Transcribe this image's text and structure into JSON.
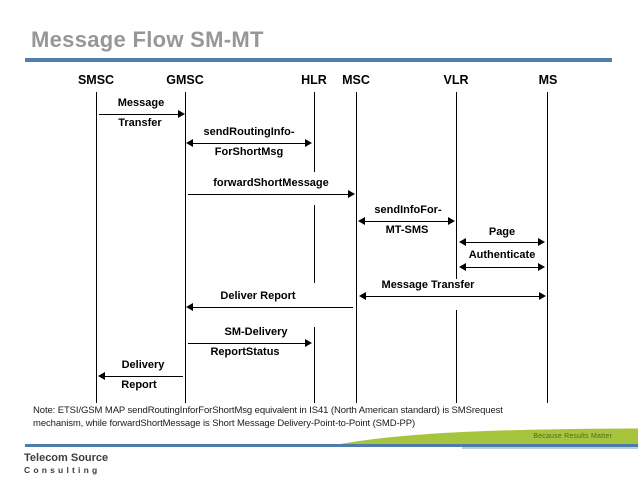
{
  "slide": {
    "title": "Message Flow SM-MT",
    "note_line1": "Note: ETSI/GSM MAP sendRoutingInforForShortMsg equivalent in  IS41 (North American standard) is SMSrequest",
    "note_line2": "mechanism, while forwardShortMessage is Short Message Delivery-Point-to-Point (SMD-PP)",
    "footer": {
      "tagline": "Because Results Matter",
      "company_line1": "Telecom Source",
      "company_line2": "Consulting"
    },
    "colors": {
      "title_gray": "#979797",
      "rule_blue": "#4e7fae",
      "swoosh_green": "#a6c43e",
      "ink": "#000000"
    }
  },
  "diagram": {
    "entities": [
      {
        "label": "SMSC"
      },
      {
        "label": "GMSC"
      },
      {
        "label": "HLR"
      },
      {
        "label": "MSC"
      },
      {
        "label": "VLR"
      },
      {
        "label": "MS"
      }
    ],
    "messages": [
      {
        "label_above": "Message",
        "label_below": "Transfer",
        "from": "SMSC",
        "to": "GMSC",
        "direction": "right"
      },
      {
        "label_above": "sendRoutingInfo-",
        "label_below": "ForShortMsg",
        "from": "GMSC",
        "to": "HLR",
        "direction": "both"
      },
      {
        "label_above": "forwardShortMessage",
        "from": "GMSC",
        "to": "MSC",
        "direction": "right"
      },
      {
        "label_above": "sendInfoFor-",
        "label_below": "MT-SMS",
        "from": "MSC",
        "to": "VLR",
        "direction": "both"
      },
      {
        "label_above": "Page",
        "from": "VLR",
        "to": "MS",
        "direction": "both"
      },
      {
        "label_above": "Authenticate",
        "from": "VLR",
        "to": "MS",
        "direction": "both"
      },
      {
        "label_above": "Message Transfer",
        "from": "MSC",
        "to": "MS",
        "direction": "both"
      },
      {
        "label_above": "Deliver Report",
        "from": "MSC",
        "to": "GMSC",
        "direction": "left"
      },
      {
        "label_above": "SM-Delivery",
        "label_below": "ReportStatus",
        "from": "GMSC",
        "to": "HLR",
        "direction": "right"
      },
      {
        "label_above": "Delivery",
        "label_below": "Report",
        "from": "GMSC",
        "to": "SMSC",
        "direction": "left"
      }
    ]
  }
}
